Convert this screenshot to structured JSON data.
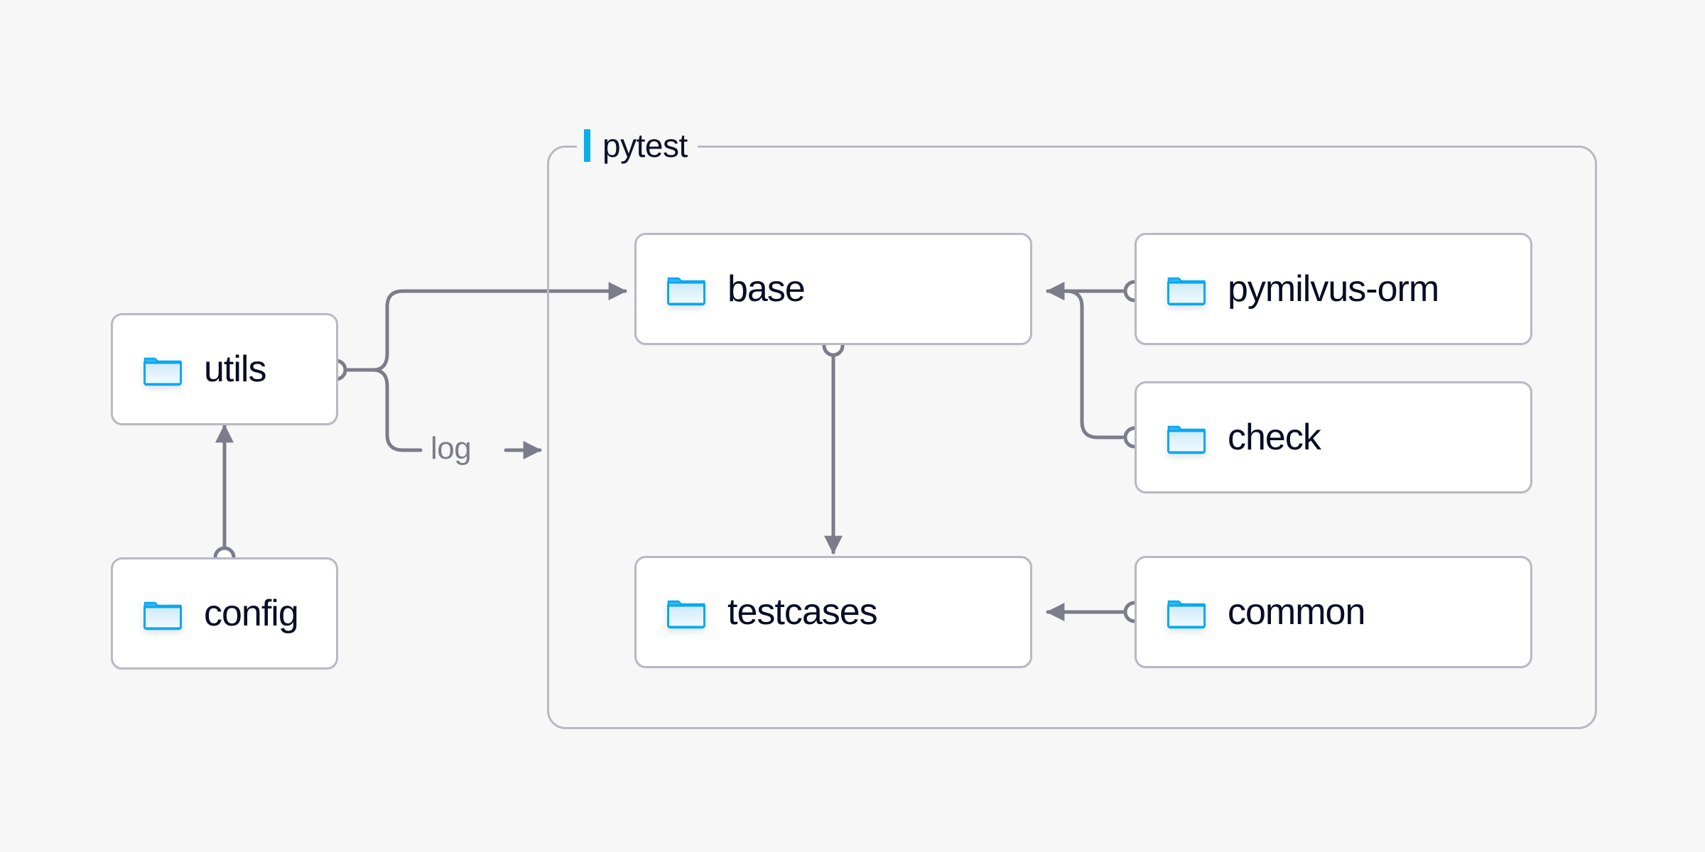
{
  "background_color": "#f7f7f8",
  "accent_color": "#06aeee",
  "node_border_color": "#b9b8c4",
  "node_fill_color": "#ffffff",
  "edge_color": "#7c7c8b",
  "text_color": "#070d24",
  "group": {
    "label": "pytest",
    "icon": "accent-bar-icon"
  },
  "nodes": {
    "utils": {
      "label": "utils",
      "icon": "folder-icon"
    },
    "config": {
      "label": "config",
      "icon": "folder-icon"
    },
    "base": {
      "label": "base",
      "icon": "folder-icon"
    },
    "testcases": {
      "label": "testcases",
      "icon": "folder-icon"
    },
    "pymilvus_orm": {
      "label": "pymilvus-orm",
      "icon": "folder-icon"
    },
    "check": {
      "label": "check",
      "icon": "folder-icon"
    },
    "common": {
      "label": "common",
      "icon": "folder-icon"
    }
  },
  "edges": [
    {
      "from": "utils",
      "to": "base",
      "label": ""
    },
    {
      "from": "utils",
      "to": "pytest",
      "label": "log"
    },
    {
      "from": "config",
      "to": "utils",
      "label": ""
    },
    {
      "from": "base",
      "to": "testcases",
      "label": ""
    },
    {
      "from": "pymilvus-orm",
      "to": "base",
      "label": ""
    },
    {
      "from": "check",
      "to": "base",
      "label": ""
    },
    {
      "from": "common",
      "to": "testcases",
      "label": ""
    }
  ],
  "edge_labels": {
    "log": "log"
  }
}
